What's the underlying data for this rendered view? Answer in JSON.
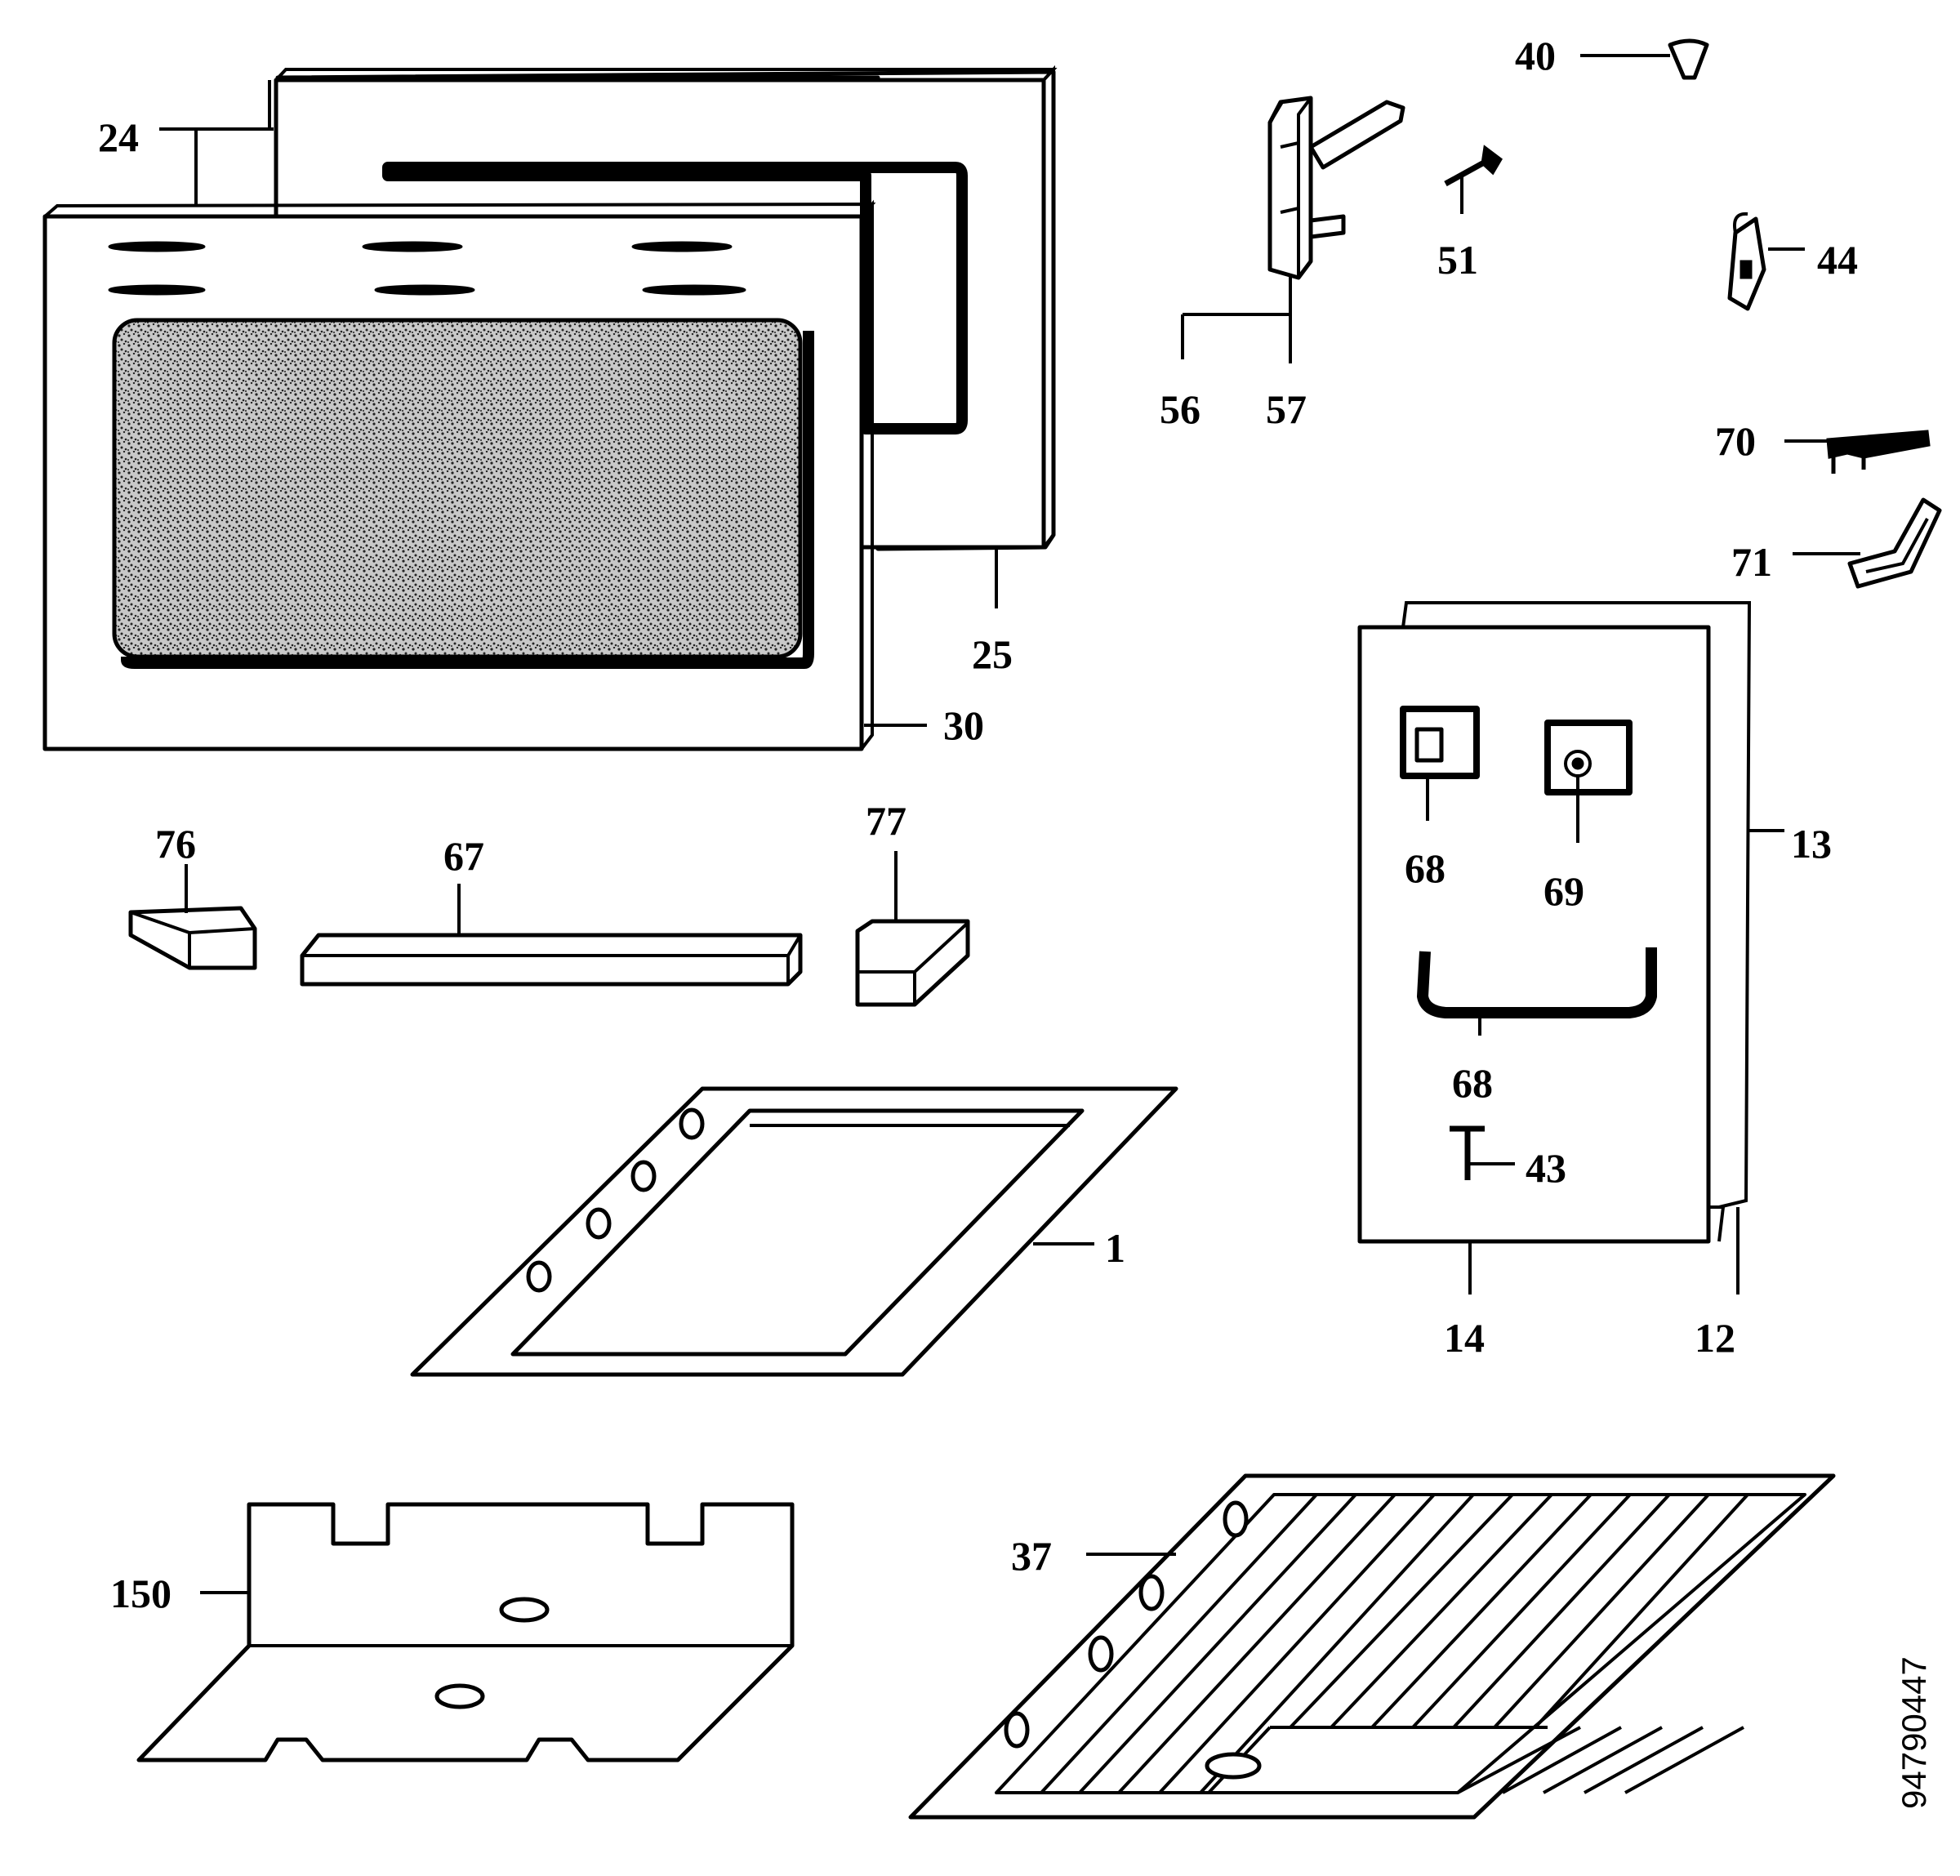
{
  "callouts": {
    "c1": "1",
    "c12": "12",
    "c13": "13",
    "c14": "14",
    "c24": "24",
    "c25": "25",
    "c30": "30",
    "c37": "37",
    "c40": "40",
    "c43": "43",
    "c44": "44",
    "c51": "51",
    "c56": "56",
    "c57": "57",
    "c67": "67",
    "c68a": "68",
    "c68b": "68",
    "c69": "69",
    "c70": "70",
    "c71": "71",
    "c76": "76",
    "c77": "77",
    "c150": "150"
  },
  "drawing_number": "94790447",
  "colors": {
    "ink": "#000000",
    "paper": "#ffffff",
    "glass": "#9a9a9a"
  }
}
